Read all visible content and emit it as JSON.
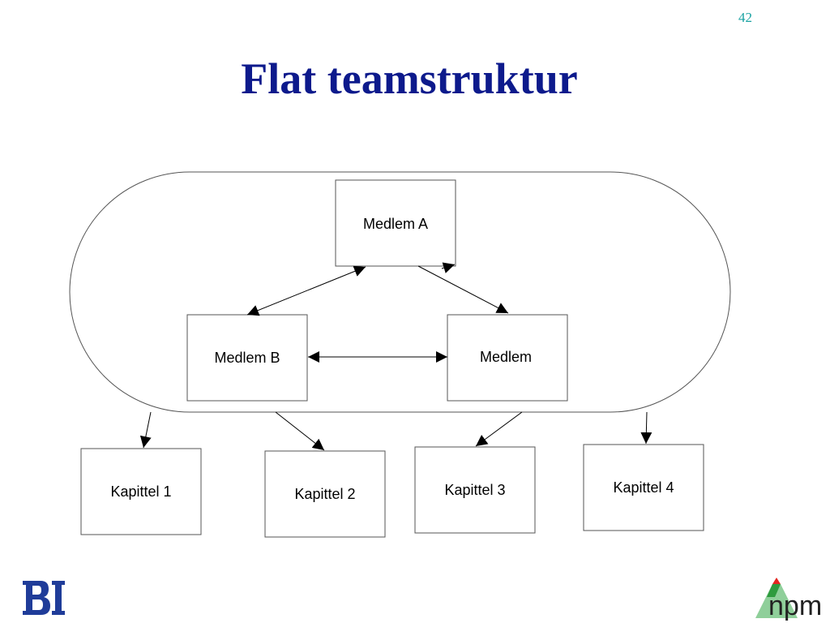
{
  "slide": {
    "number": "42",
    "title": "Flat teamstruktur"
  },
  "team": {
    "members": [
      {
        "id": "a",
        "label": "Medlem A"
      },
      {
        "id": "b",
        "label": "Medlem B"
      },
      {
        "id": "c",
        "label": "Medlem"
      }
    ]
  },
  "chapters": [
    {
      "label": "Kapittel 1"
    },
    {
      "label": "Kapittel 2"
    },
    {
      "label": "Kapittel 3"
    },
    {
      "label": "Kapittel 4"
    }
  ],
  "logos": {
    "left": {
      "text": "BI",
      "color": "#1f3c99"
    },
    "right": {
      "text": "npm",
      "triangle_colors": [
        "#e32620",
        "#2e9b3e",
        "#8fcf9a"
      ]
    }
  },
  "colors": {
    "title": "#0d1a8c",
    "page_number": "#1aa3a3",
    "lines": "#000000"
  }
}
